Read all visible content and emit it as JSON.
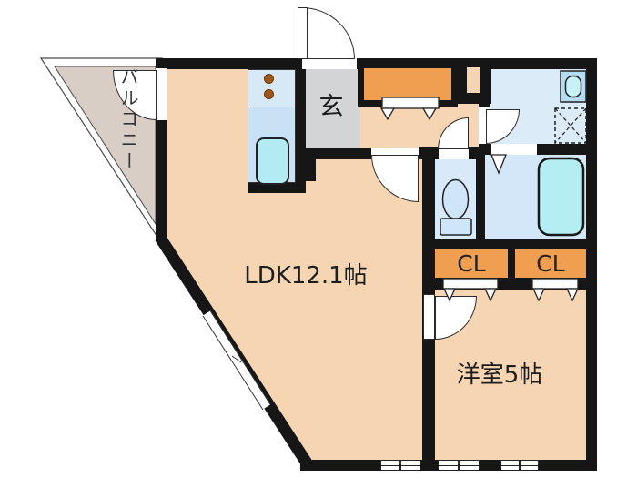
{
  "floorplan": {
    "rooms": {
      "ldk": {
        "label": "LDK12.1帖"
      },
      "western": {
        "label": "洋室5帖"
      },
      "entrance": {
        "label": "玄"
      },
      "balcony": {
        "label": "バルコニー"
      },
      "closet_left": {
        "label": "CL"
      },
      "closet_right": {
        "label": "CL"
      }
    },
    "colors": {
      "wall": "#161616",
      "floor": "#f6d5b3",
      "balcony": "#d8cec6",
      "entrance_tile": "#d3d4d6",
      "wet_room_floor": "#dcebf8",
      "kitchen_counter_top": "#d7e8f7",
      "kitchen_counter_bottom": "#c9e1f5",
      "fixture_cyan": "#b2ecf2",
      "closet_orange": "#f09f51",
      "burner_brown": "#a0581a"
    },
    "icons": {
      "stove_burners": "two-dots",
      "kitchen_sink": "rounded-rect-cyan",
      "bathtub": "rounded-rect-cyan",
      "toilet": "ellipse-with-tank",
      "washbasin": "oval-in-square",
      "washing_machine_pan": "dashed-square-x",
      "door_swing": "quarter-arc-fan",
      "folding_door": "triangle-marks"
    }
  }
}
